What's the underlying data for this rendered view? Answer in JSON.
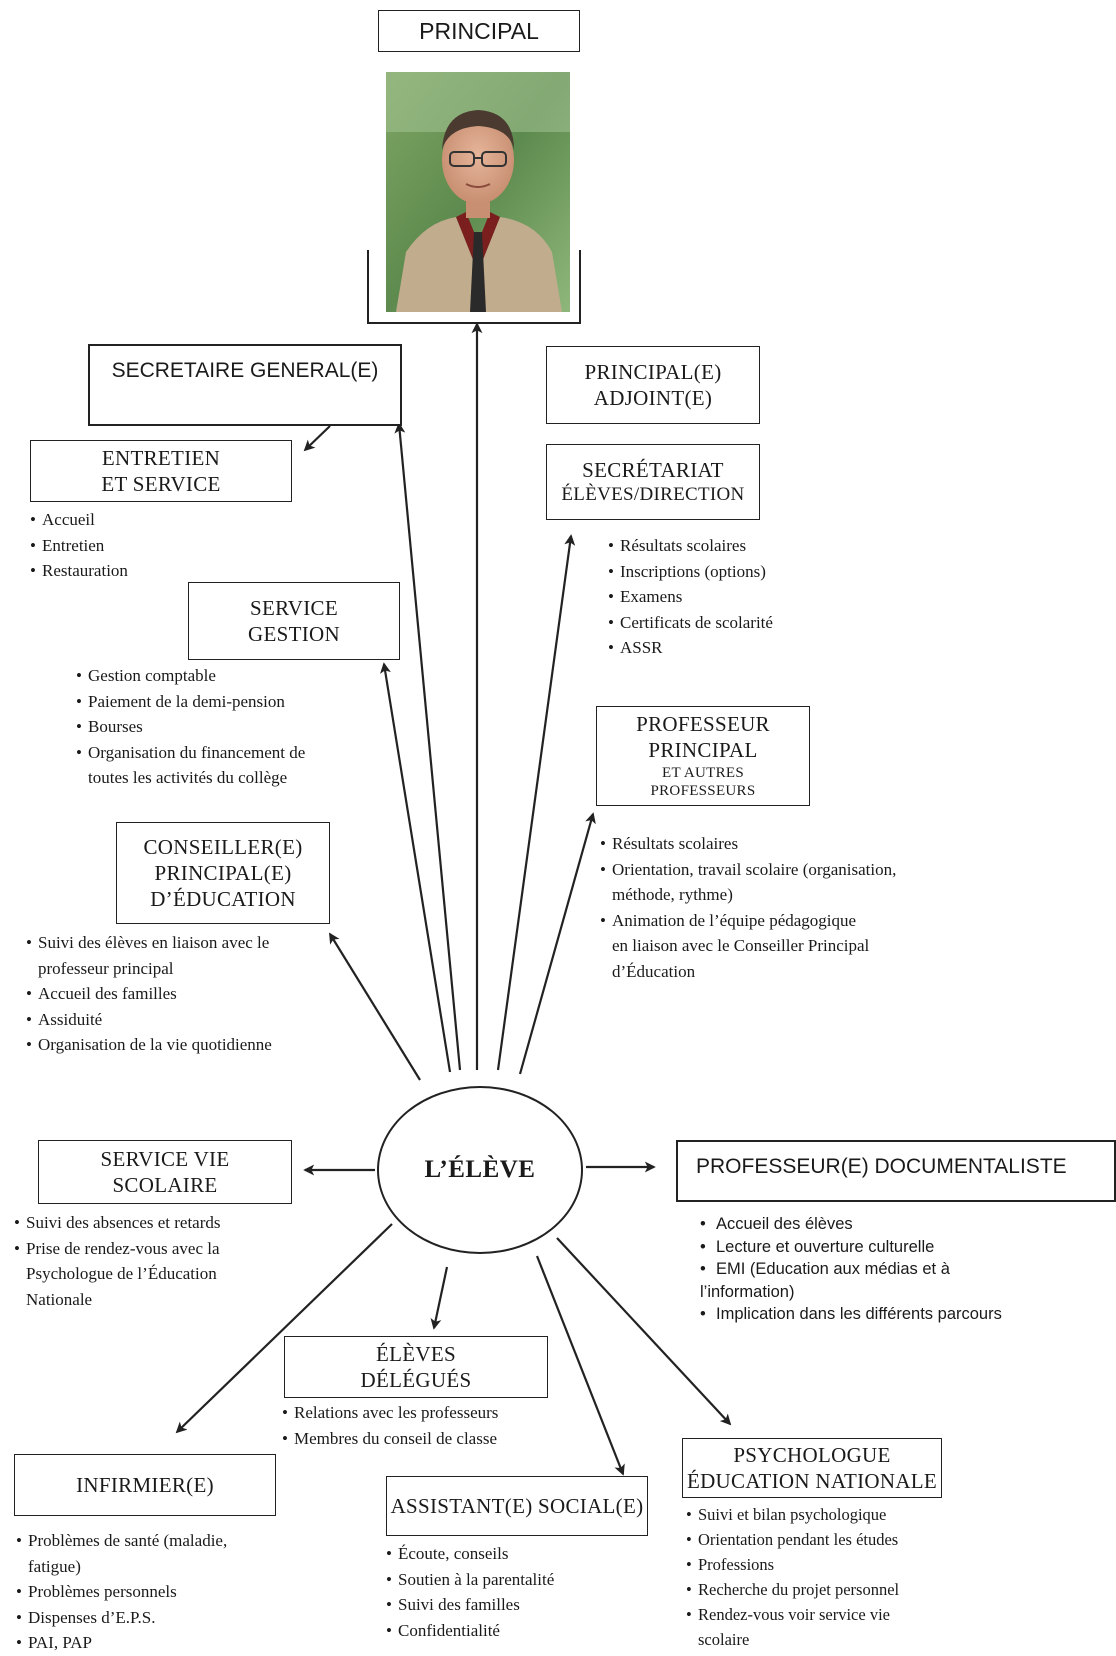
{
  "principal": {
    "title": "PRINCIPAL"
  },
  "center": {
    "label": "L’ÉLÈVE"
  },
  "secretaire_general": {
    "title": "SECRETAIRE GENERAL(E)"
  },
  "entretien": {
    "title_lines": [
      "ENTRETIEN",
      "ET SERVICE"
    ],
    "items": [
      "Accueil",
      "Entretien",
      "Restauration"
    ]
  },
  "service_gestion": {
    "title_lines": [
      "SERVICE",
      "GESTION"
    ],
    "items": [
      "Gestion comptable",
      "Paiement de la demi-pension",
      "Bourses",
      "Organisation du financement de",
      "toutes les activités du collège"
    ]
  },
  "cpe": {
    "title_lines": [
      "CONSEILLER(E)",
      "PRINCIPAL(E)",
      "D’ÉDUCATION"
    ],
    "items": [
      "Suivi des élèves en liaison avec le",
      "professeur principal",
      "Accueil des familles",
      "Assiduité",
      "Organisation de la vie quotidienne"
    ]
  },
  "principal_adjoint": {
    "title_lines": [
      "PRINCIPAL(E)",
      "ADJOINT(E)"
    ]
  },
  "secretariat": {
    "title_lines": [
      "SECRÉTARIAT",
      "ÉLÈVES/DIRECTION"
    ],
    "items": [
      "Résultats scolaires",
      "Inscriptions (options)",
      "Examens",
      "Certificats de scolarité",
      "ASSR"
    ]
  },
  "professeur_principal": {
    "title_lines": [
      "PROFESSEUR",
      "PRINCIPAL"
    ],
    "subtitle_lines": [
      "ET AUTRES",
      "PROFESSEURS"
    ],
    "items": [
      "Résultats scolaires",
      "Orientation, travail scolaire (organisation,",
      "méthode, rythme)",
      "Animation de l’équipe pédagogique",
      "en liaison avec le Conseiller Principal",
      "d’Éducation"
    ]
  },
  "vie_scolaire": {
    "title_lines": [
      "SERVICE VIE",
      "SCOLAIRE"
    ],
    "items": [
      "Suivi des absences et retards",
      "Prise de rendez-vous avec la",
      "Psychologue de l’Éducation",
      "Nationale"
    ]
  },
  "documentaliste": {
    "title": "PROFESSEUR(E) DOCUMENTALISTE",
    "items": [
      "Accueil des élèves",
      "Lecture et ouverture culturelle",
      "EMI (Education aux médias et à",
      "l’information)",
      "Implication dans les différents parcours"
    ]
  },
  "delegues": {
    "title_lines": [
      "ÉLÈVES",
      "DÉLÉGUÉS"
    ],
    "items": [
      "Relations avec les professeurs",
      "Membres du conseil de classe"
    ]
  },
  "infirmier": {
    "title": "INFIRMIER(E)",
    "items": [
      "Problèmes de santé (maladie,",
      "fatigue)",
      "Problèmes personnels",
      "Dispenses d’E.P.S.",
      "PAI, PAP"
    ]
  },
  "assistant_social": {
    "title": "ASSISTANT(E) SOCIAL(E)",
    "items": [
      "Écoute, conseils",
      "Soutien à la parentalité",
      "Suivi des familles",
      "Confidentialité"
    ]
  },
  "psychologue": {
    "title_lines": [
      "PSYCHOLOGUE",
      "ÉDUCATION NATIONALE"
    ],
    "items": [
      "Suivi et bilan psychologique",
      "Orientation pendant les études",
      "Professions",
      "Recherche du projet personnel",
      "Rendez-vous voir service vie",
      "scolaire"
    ]
  },
  "colors": {
    "line": "#222222",
    "photo_bg": "#5d8a4e",
    "jacket": "#c2ac8e",
    "shirt": "#7a1e1e"
  }
}
